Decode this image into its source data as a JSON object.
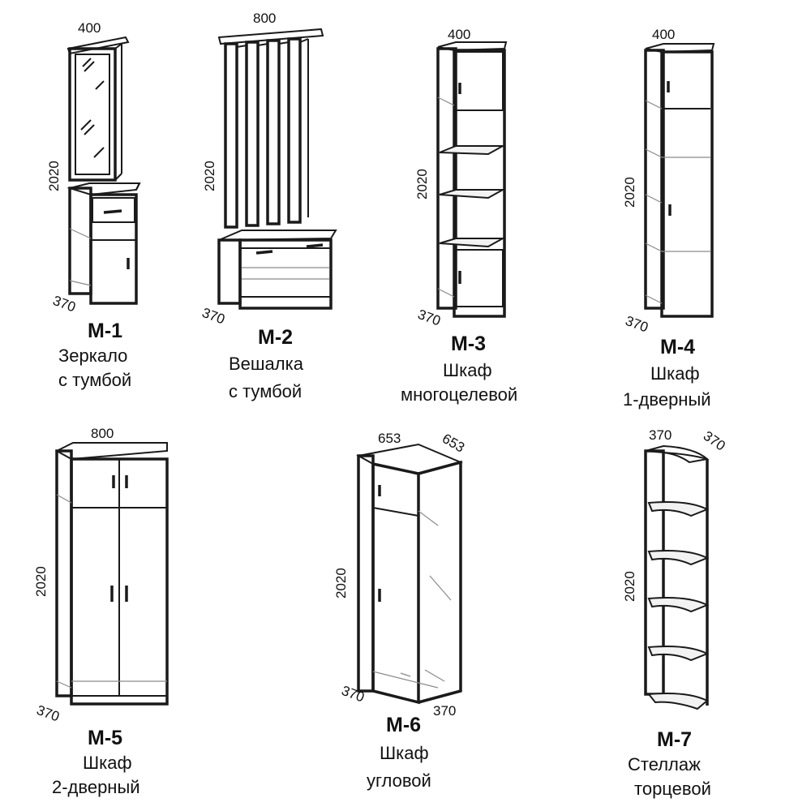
{
  "items": [
    {
      "code": "М-1",
      "name_lines": [
        "Зеркало",
        "с тумбой"
      ],
      "dims": {
        "width": "400",
        "height": "2020",
        "depth": "370"
      }
    },
    {
      "code": "М-2",
      "name_lines": [
        "Вешалка",
        "с тумбой"
      ],
      "dims": {
        "width": "800",
        "height": "2020",
        "depth": "370"
      }
    },
    {
      "code": "М-3",
      "name_lines": [
        "Шкаф",
        "многоцелевой"
      ],
      "dims": {
        "width": "400",
        "height": "2020",
        "depth": "370"
      }
    },
    {
      "code": "М-4",
      "name_lines": [
        "Шкаф",
        "1-дверный"
      ],
      "dims": {
        "width": "400",
        "height": "2020",
        "depth": "370"
      }
    },
    {
      "code": "М-5",
      "name_lines": [
        "Шкаф",
        "2-дверный"
      ],
      "dims": {
        "width": "800",
        "height": "2020",
        "depth": "370"
      }
    },
    {
      "code": "М-6",
      "name_lines": [
        "Шкаф",
        "угловой"
      ],
      "dims": {
        "width": "653",
        "width2": "653",
        "height": "2020",
        "depth": "370",
        "depth2": "370"
      }
    },
    {
      "code": "М-7",
      "name_lines": [
        "Стеллаж",
        "торцевой"
      ],
      "dims": {
        "width": "370",
        "width2": "370",
        "height": "2020"
      }
    }
  ]
}
